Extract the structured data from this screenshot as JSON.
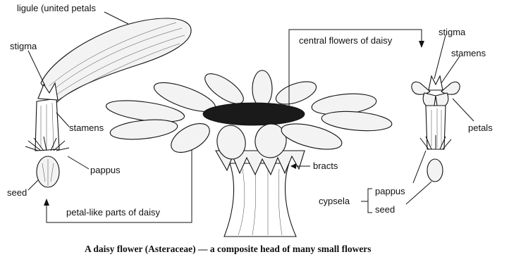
{
  "labels": {
    "ligule": "ligule (united petals",
    "stigma_left": "stigma",
    "stamens_left": "stamens",
    "pappus_left": "pappus",
    "seed_left": "seed",
    "petal_like": "petal-like parts of daisy",
    "central_flowers": "central flowers of daisy",
    "bracts": "bracts",
    "stigma_right": "stigma",
    "stamens_right": "stamens",
    "petals": "petals",
    "cypsela": "cypsela",
    "pappus_right": "pappus",
    "seed_right": "seed"
  },
  "caption": "A daisy flower (Asteraceae) — a composite head of many small flowers"
}
